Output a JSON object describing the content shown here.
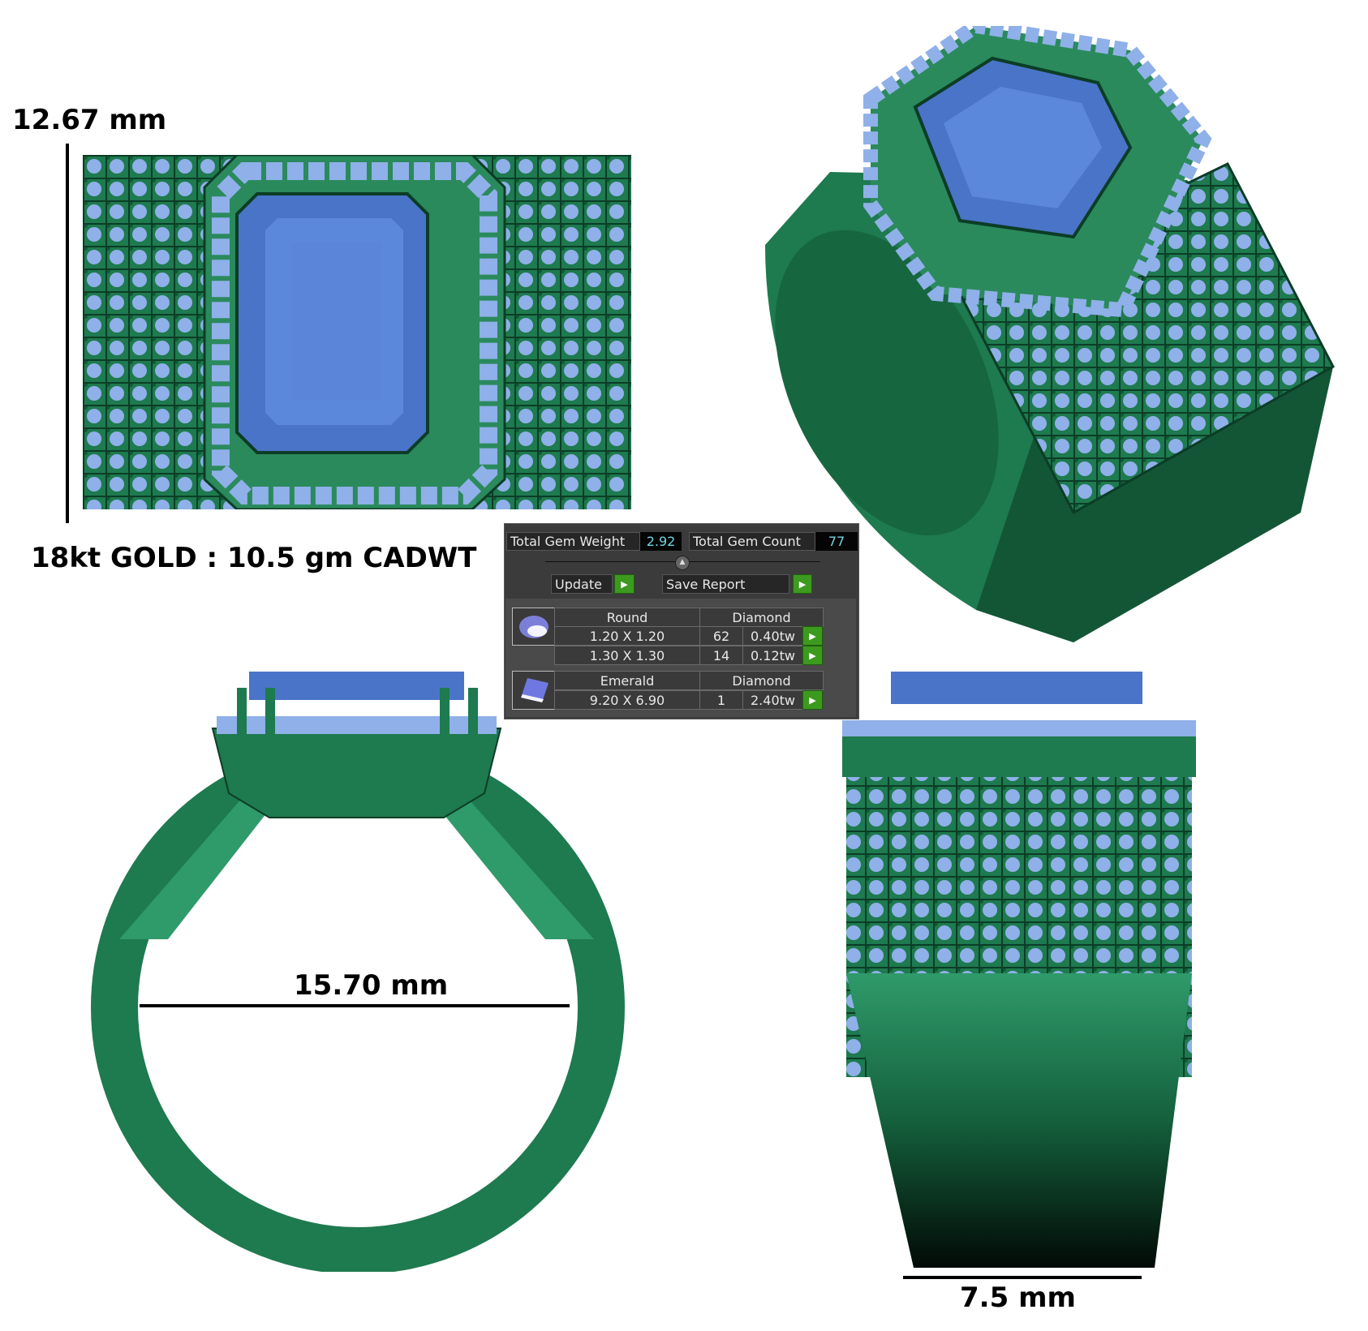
{
  "annotations": {
    "height": "12.67 mm",
    "metal": "18kt GOLD : 10.5 gm CADWT",
    "inner_diameter": "15.70 mm",
    "shank_width": "7.5 mm"
  },
  "colors": {
    "metal": "#1e7a4f",
    "metal_light": "#2f9a6a",
    "metal_dark": "#0c3d26",
    "center_stone": "#4a74c8",
    "accent_stones": "#8fb0e8",
    "panel_bg": "#3b3b3b",
    "play_button": "#3c9a1e",
    "value_text": "#6fd6e0"
  },
  "gem_panel": {
    "total_weight_label": "Total Gem Weight",
    "total_weight_value": "2.92",
    "total_count_label": "Total Gem Count",
    "total_count_value": "77",
    "update_label": "Update",
    "save_report_label": "Save Report",
    "groups": [
      {
        "icon": "round-gem-icon",
        "shape": "Round",
        "type": "Diamond",
        "rows": [
          {
            "size": "1.20 X 1.20",
            "count": "62",
            "weight": "0.40tw"
          },
          {
            "size": "1.30 X 1.30",
            "count": "14",
            "weight": "0.12tw"
          }
        ]
      },
      {
        "icon": "emerald-gem-icon",
        "shape": "Emerald",
        "type": "Diamond",
        "rows": [
          {
            "size": "9.20 X 6.90",
            "count": "1",
            "weight": "2.40tw"
          }
        ]
      }
    ]
  }
}
